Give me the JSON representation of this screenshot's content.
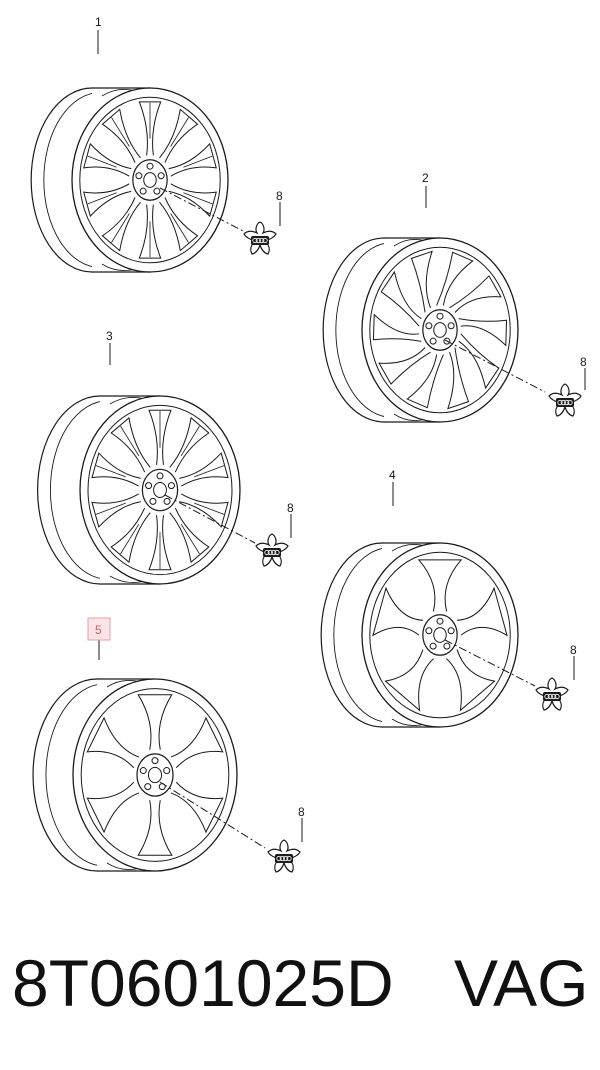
{
  "diagram": {
    "callouts": {
      "wheel_1": "1",
      "wheel_2": "2",
      "wheel_3": "3",
      "wheel_4": "4",
      "wheel_5": "5",
      "cap_a": "8",
      "cap_b": "8",
      "cap_c": "8",
      "cap_d": "8",
      "cap_e": "8"
    },
    "highlighted_callout": "5",
    "highlight_color": "#fbe3e6"
  },
  "footer": {
    "part_number": "8T0601025D",
    "brand": "VAG"
  }
}
